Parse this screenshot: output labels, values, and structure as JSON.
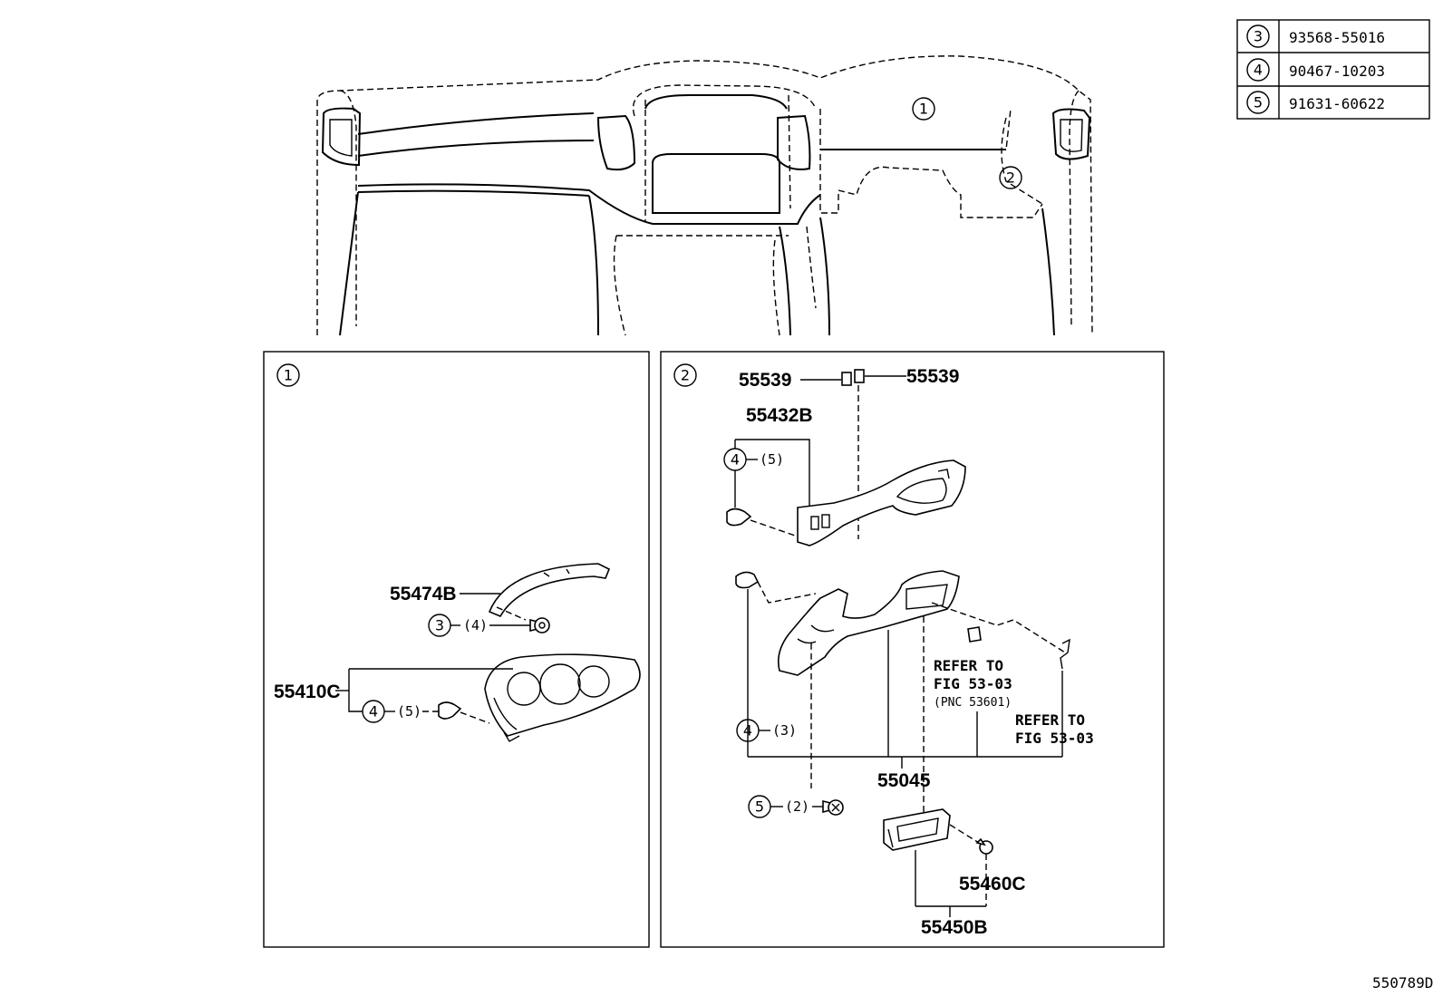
{
  "parts_table": [
    {
      "key": "3",
      "part_no": "93568-55016"
    },
    {
      "key": "4",
      "part_no": "90467-10203"
    },
    {
      "key": "5",
      "part_no": "91631-60622"
    }
  ],
  "overview": {
    "callout_1": "1",
    "callout_2": "2"
  },
  "panel_1": {
    "key": "1",
    "label_55474B": "55474B",
    "label_55410C": "55410C",
    "callout_3": "3",
    "qty_3": "(4)",
    "callout_4": "4",
    "qty_4": "(5)"
  },
  "panel_2": {
    "key": "2",
    "label_55539_left": "55539",
    "label_55539_right": "55539",
    "label_55432B": "55432B",
    "callout_4a": "4",
    "qty_4a": "(5)",
    "refer_1_line1": "REFER TO",
    "refer_1_line2": "FIG 53-03",
    "refer_1_line3": "(PNC 53601)",
    "refer_2_line1": "REFER TO",
    "refer_2_line2": "FIG 53-03",
    "callout_4b": "4",
    "qty_4b": "(3)",
    "label_55045": "55045",
    "callout_5": "5",
    "qty_5": "(2)",
    "label_55460C": "55460C",
    "label_55450B": "55450B"
  },
  "figure_id": "550789D"
}
